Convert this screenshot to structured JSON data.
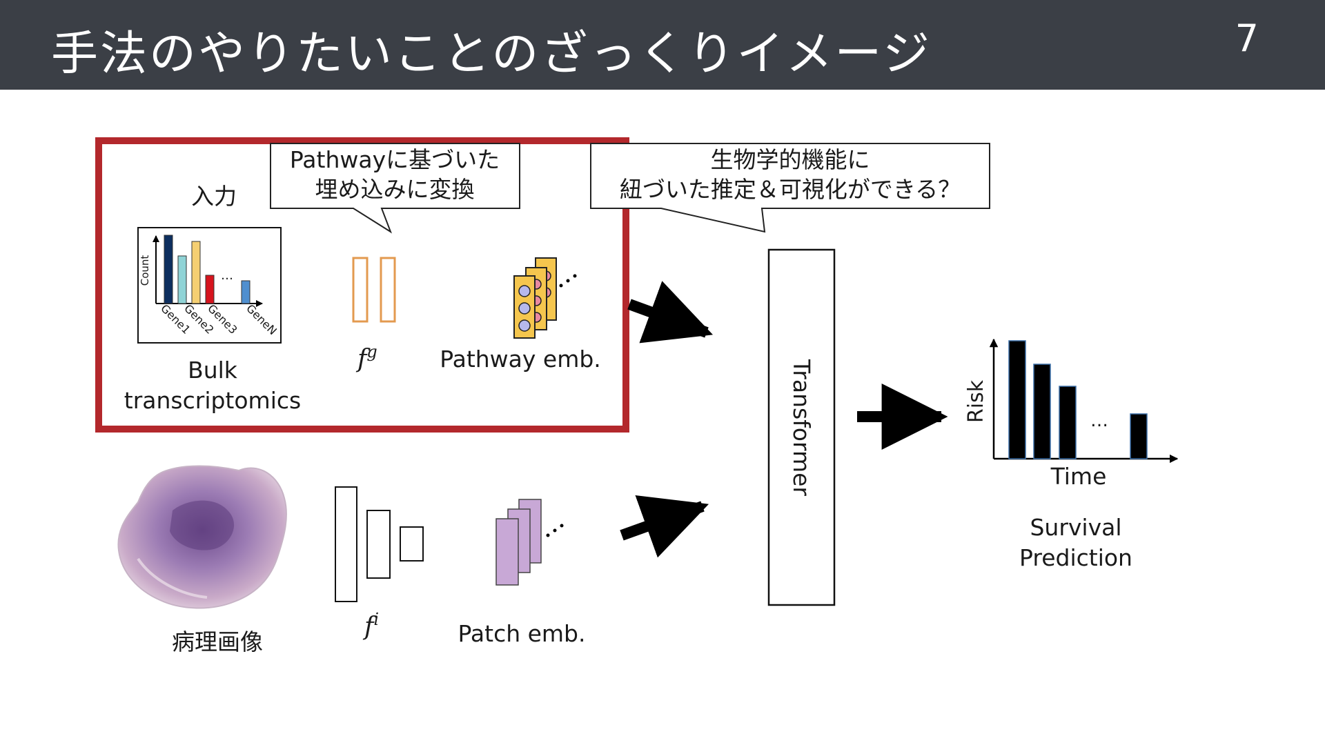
{
  "slide": {
    "title": "手法のやりたいことのざっくりイメージ",
    "page_number": "7"
  },
  "input_label": "入力",
  "callout_pathway": {
    "line1": "Pathwayに基づいた",
    "line2": "埋め込みに変換"
  },
  "callout_bio": {
    "line1": "生物学的機能に",
    "line2": "紐づいた推定＆可視化ができる？"
  },
  "bulk_chart": {
    "y_axis_label": "Count",
    "genes": [
      "Gene1",
      "Gene2",
      "Gene3",
      "GeneN"
    ],
    "ellipsis": "…",
    "colors": [
      "#0d2f5f",
      "#8fd3d6",
      "#f5cf72",
      "#d6141e",
      "#4f8fcf"
    ]
  },
  "bulk_label": {
    "line1": "Bulk",
    "line2": "transcriptomics"
  },
  "fg_label": {
    "base": "f",
    "sup": "g"
  },
  "fi_label": {
    "base": "f",
    "sup": "i"
  },
  "pathway_emb_label": "Pathway emb.",
  "pathology_label": "病理画像",
  "patch_emb_label": "Patch emb.",
  "transformer_label": "Transformer",
  "risk_chart": {
    "y_axis_label": "Risk",
    "x_axis_label": "Time",
    "ellipsis": "…"
  },
  "survival_label": {
    "line1": "Survival",
    "line2": "Prediction"
  },
  "colors": {
    "header_bg": "#3b3f46",
    "highlight_box": "#b3282c",
    "fg_encoder": "#e39a4f",
    "pathway_card": "#f5c64e",
    "pathway_node_fill": "#b6b8ec",
    "pathway_node_pink": "#e98aa0",
    "patch_card": "#c8a8d6"
  }
}
